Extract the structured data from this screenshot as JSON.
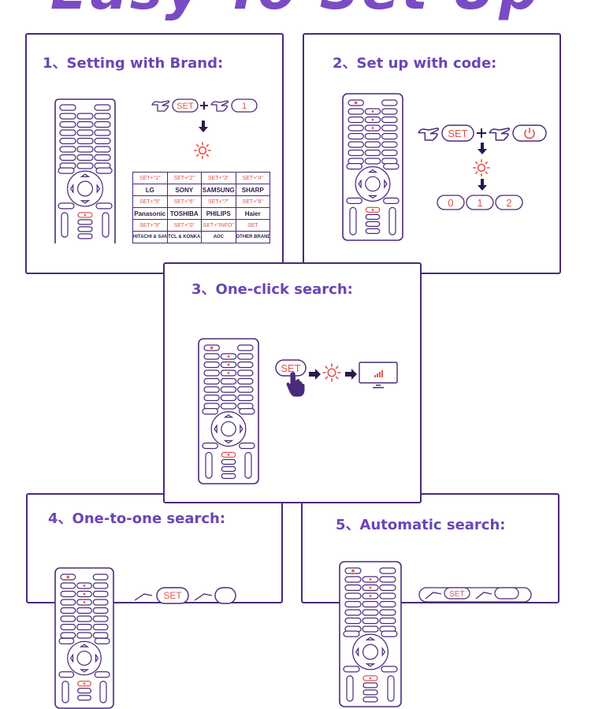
{
  "banner": "Easy To Set Up",
  "steps": [
    {
      "title": "1、Setting with Brand:"
    },
    {
      "title": "2、Set up with code:"
    },
    {
      "title": "3、One-click search:"
    },
    {
      "title": "4、One-to-one search:"
    },
    {
      "title": "5、Automatic search:"
    }
  ],
  "buttons": {
    "set": "SET",
    "one": "1",
    "code_digits": [
      "0",
      "1",
      "2"
    ]
  },
  "brand_table": [
    [
      {
        "text": "SET+\"1\"",
        "kind": "key"
      },
      {
        "text": "SET+\"2\"",
        "kind": "key"
      },
      {
        "text": "SET+\"3\"",
        "kind": "key"
      },
      {
        "text": "SET+\"4\"",
        "kind": "key"
      }
    ],
    [
      {
        "text": "LG",
        "kind": "brand"
      },
      {
        "text": "SONY",
        "kind": "brand"
      },
      {
        "text": "SAMSUNG",
        "kind": "brand"
      },
      {
        "text": "SHARP",
        "kind": "brand"
      }
    ],
    [
      {
        "text": "SET+\"5\"",
        "kind": "key"
      },
      {
        "text": "SET+\"6\"",
        "kind": "key"
      },
      {
        "text": "SET+\"7\"",
        "kind": "key"
      },
      {
        "text": "SET+\"8\"",
        "kind": "key"
      }
    ],
    [
      {
        "text": "Panasonic",
        "kind": "brand"
      },
      {
        "text": "TOSHIBA",
        "kind": "brand"
      },
      {
        "text": "PHILIPS",
        "kind": "brand"
      },
      {
        "text": "Haier",
        "kind": "brand"
      }
    ],
    [
      {
        "text": "SET+\"9\"",
        "kind": "key"
      },
      {
        "text": "SET+\"0\"",
        "kind": "key"
      },
      {
        "text": "SET+\"INFO\"",
        "kind": "key"
      },
      {
        "text": "SET",
        "kind": "key"
      }
    ],
    [
      {
        "text": "HITACHI & SANYO",
        "kind": "brand sm"
      },
      {
        "text": "TCL & KONKA",
        "kind": "brand sm"
      },
      {
        "text": "AOC",
        "kind": "brand sm"
      },
      {
        "text": "OTHER BRAND",
        "kind": "brand sm"
      }
    ]
  ],
  "icons": [
    "remote-control-icon",
    "pointing-hand-icon",
    "press-hand-icon",
    "power-icon",
    "arrow-down-icon",
    "arrow-right-icon",
    "led-flash-icon",
    "tv-icon"
  ],
  "colors": {
    "outline": "#4a2a7a",
    "title": "#6b45b5",
    "accent": "#e0534b",
    "banner": "#7a4cc4"
  }
}
